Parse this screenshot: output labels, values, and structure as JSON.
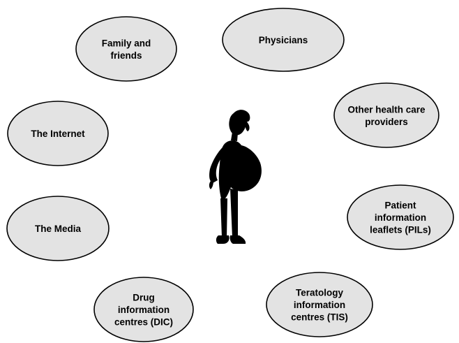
{
  "diagram": {
    "colors": {
      "ellipse_fill": "#e3e3e3",
      "ellipse_stroke": "#000000",
      "figure_fill": "#000000",
      "background": "#ffffff"
    },
    "center_figure": {
      "icon": "pregnant-woman-silhouette-icon"
    },
    "sources": [
      {
        "id": "family-and-friends",
        "lines": [
          "Family and",
          "friends"
        ]
      },
      {
        "id": "physicians",
        "lines": [
          "Physicians"
        ]
      },
      {
        "id": "other-health-care-providers",
        "lines": [
          "Other health care",
          "providers"
        ]
      },
      {
        "id": "the-internet",
        "lines": [
          "The Internet"
        ]
      },
      {
        "id": "patient-information-leaflets",
        "lines": [
          "Patient",
          "information",
          "leaflets (PILs)"
        ]
      },
      {
        "id": "the-media",
        "lines": [
          "The Media"
        ]
      },
      {
        "id": "drug-information-centres",
        "lines": [
          "Drug",
          "information",
          "centres (DIC)"
        ]
      },
      {
        "id": "teratology-information-centres",
        "lines": [
          "Teratology",
          "information",
          "centres (TIS)"
        ]
      }
    ]
  }
}
